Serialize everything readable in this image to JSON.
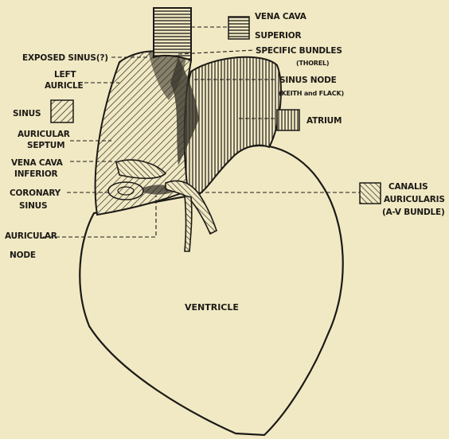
{
  "labels": {
    "vena_cava_superior": [
      "VENA CAVA",
      "SUPERIOR"
    ],
    "specific_bundles": "SPECIFIC BUNDLES",
    "specific_bundles_author": "(THOREL)",
    "exposed_sinus": "EXPOSED SINUS(?)",
    "left_auricle": [
      "LEFT",
      "AURICLE"
    ],
    "sinus_node": "SINUS NODE",
    "sinus_node_authors": "(KEITH and FLACK)",
    "sinus": "SINUS",
    "atrium": "ATRIUM",
    "auricular_septum": [
      "AURICULAR",
      "SEPTUM"
    ],
    "vena_cava_inferior": [
      "VENA CAVA",
      "INFERIOR"
    ],
    "coronary_sinus": [
      "CORONARY",
      "SINUS"
    ],
    "canalis_auricularis": [
      "CANALIS",
      "AURICULARIS",
      "(A-V BUNDLE)"
    ],
    "auricular_node": [
      "AURICULAR",
      "NODE"
    ],
    "ventricle": "VENTRICLE"
  },
  "colors": {
    "paper": "#f1e9c4",
    "ink": "#1c1a16",
    "sinus_fill": "#d9cfa6",
    "atrium_fill": "#ddd2a8"
  }
}
